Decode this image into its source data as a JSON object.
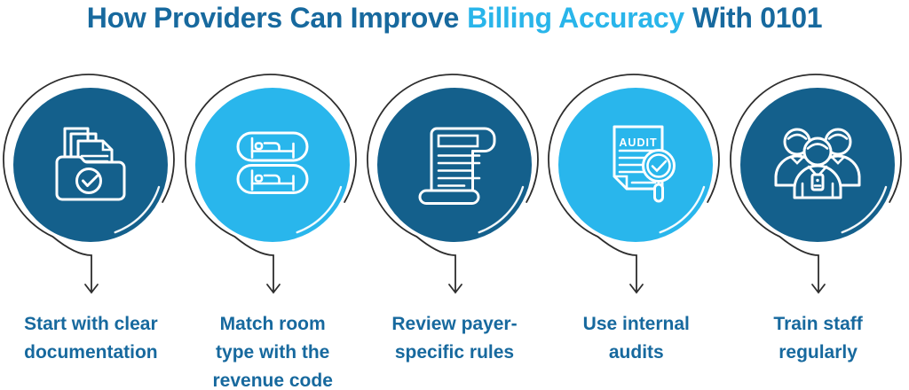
{
  "title": {
    "prefix": "How Providers Can Improve",
    "accent": "Billing Accuracy",
    "suffix": "With 0101"
  },
  "colors": {
    "title_dark": "#17699e",
    "accent_blue": "#29b5ea",
    "circle_dark": "#14608c",
    "circle_light": "#29b6ec",
    "label_text": "#17699e",
    "outline_stroke": "#2e2e2e",
    "icon_stroke": "#ffffff",
    "bg": "#ffffff"
  },
  "steps": [
    {
      "id": "clear-documentation",
      "fill": "dark",
      "icon": "folder-documents-check-icon",
      "lines": [
        "Start with clear",
        "documentation"
      ]
    },
    {
      "id": "room-type",
      "fill": "light",
      "icon": "hospital-beds-icon",
      "lines": [
        "Match room",
        "type with the",
        "revenue code"
      ]
    },
    {
      "id": "payer-rules",
      "fill": "dark",
      "icon": "scroll-document-icon",
      "lines": [
        "Review payer-",
        "specific rules"
      ]
    },
    {
      "id": "internal-audits",
      "fill": "light",
      "icon": "audit-magnifier-icon",
      "icon_text": "AUDIT",
      "lines": [
        "Use internal",
        "audits"
      ]
    },
    {
      "id": "train-staff",
      "fill": "dark",
      "icon": "staff-team-icon",
      "lines": [
        "Train staff",
        "regularly"
      ]
    }
  ]
}
